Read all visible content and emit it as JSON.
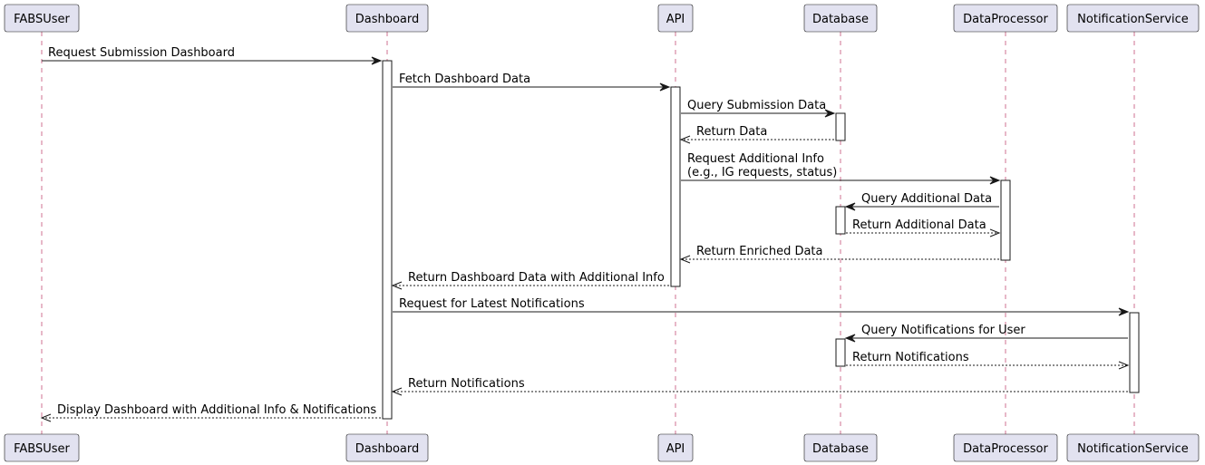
{
  "participants": [
    {
      "id": "fabsuser",
      "label": "FABSUser"
    },
    {
      "id": "dashboard",
      "label": "Dashboard"
    },
    {
      "id": "api",
      "label": "API"
    },
    {
      "id": "database",
      "label": "Database"
    },
    {
      "id": "dataprocessor",
      "label": "DataProcessor"
    },
    {
      "id": "notificationservice",
      "label": "NotificationService"
    }
  ],
  "messages": [
    {
      "from": "fabsuser",
      "to": "dashboard",
      "lines": [
        "Request Submission Dashboard"
      ],
      "type": "sync"
    },
    {
      "from": "dashboard",
      "to": "api",
      "lines": [
        "Fetch Dashboard Data"
      ],
      "type": "sync"
    },
    {
      "from": "api",
      "to": "database",
      "lines": [
        "Query Submission Data"
      ],
      "type": "sync"
    },
    {
      "from": "database",
      "to": "api",
      "lines": [
        "Return Data"
      ],
      "type": "return"
    },
    {
      "from": "api",
      "to": "dataprocessor",
      "lines": [
        "Request Additional Info",
        "(e.g., IG requests, status)"
      ],
      "type": "sync"
    },
    {
      "from": "dataprocessor",
      "to": "database",
      "lines": [
        "Query Additional Data"
      ],
      "type": "sync"
    },
    {
      "from": "database",
      "to": "dataprocessor",
      "lines": [
        "Return Additional Data"
      ],
      "type": "return"
    },
    {
      "from": "dataprocessor",
      "to": "api",
      "lines": [
        "Return Enriched Data"
      ],
      "type": "return"
    },
    {
      "from": "api",
      "to": "dashboard",
      "lines": [
        "Return Dashboard Data with Additional Info"
      ],
      "type": "return"
    },
    {
      "from": "dashboard",
      "to": "notificationservice",
      "lines": [
        "Request for Latest Notifications"
      ],
      "type": "sync"
    },
    {
      "from": "notificationservice",
      "to": "database",
      "lines": [
        "Query Notifications for User"
      ],
      "type": "sync"
    },
    {
      "from": "database",
      "to": "notificationservice",
      "lines": [
        "Return Notifications"
      ],
      "type": "return"
    },
    {
      "from": "notificationservice",
      "to": "dashboard",
      "lines": [
        "Return Notifications"
      ],
      "type": "return"
    },
    {
      "from": "dashboard",
      "to": "fabsuser",
      "lines": [
        "Display Dashboard with Additional Info & Notifications"
      ],
      "type": "return"
    }
  ]
}
